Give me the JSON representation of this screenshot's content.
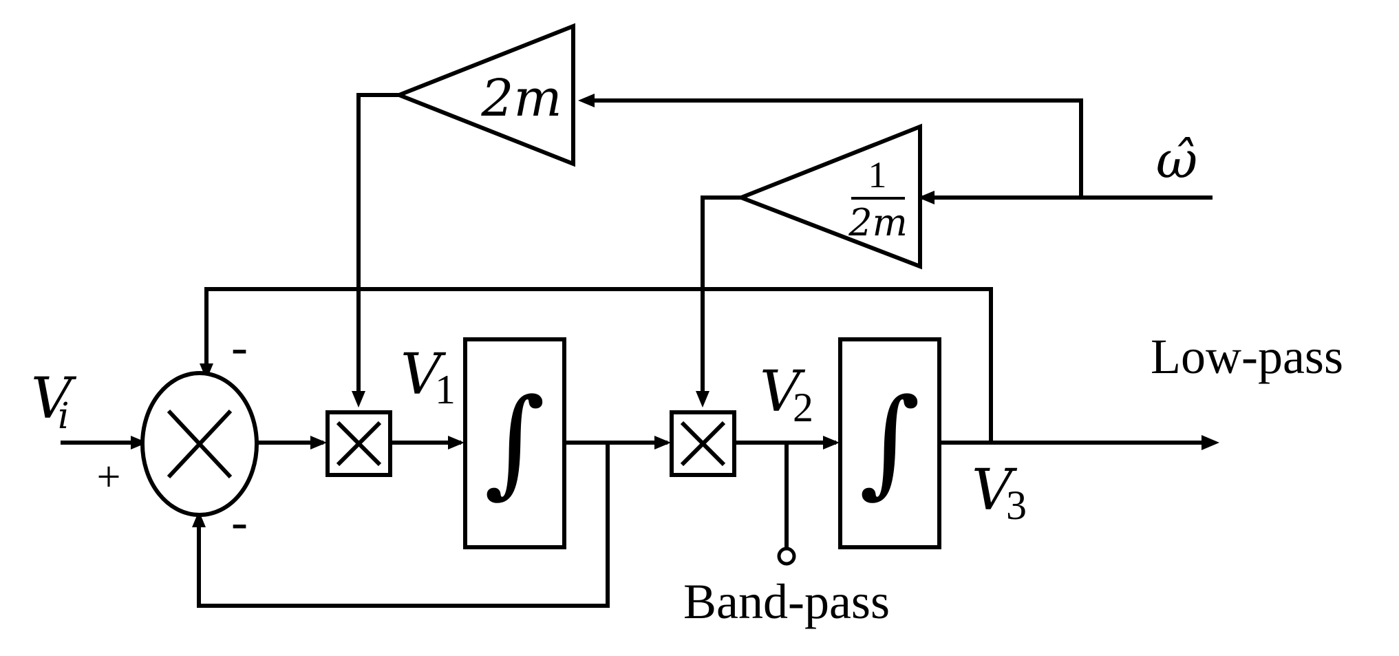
{
  "diagram": {
    "input": {
      "symbol": "V",
      "subscript": "i",
      "sign": "+"
    },
    "summer": {
      "minus_top": "-",
      "minus_bottom": "-"
    },
    "node_v1": {
      "symbol": "V",
      "subscript": "1"
    },
    "node_v2": {
      "symbol": "V",
      "subscript": "2"
    },
    "node_v3": {
      "symbol": "V",
      "subscript": "3"
    },
    "gain_top": {
      "label": "2m"
    },
    "gain_mid": {
      "numerator": "1",
      "denominator": "2m"
    },
    "omega": {
      "label": "ω̂"
    },
    "integrator": {
      "symbol": "∫"
    },
    "outputs": {
      "band_pass": "Band-pass",
      "low_pass": "Low-pass"
    }
  }
}
